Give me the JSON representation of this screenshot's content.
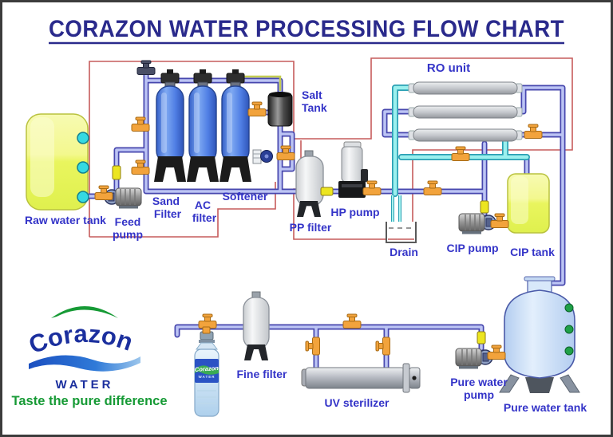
{
  "title": "CORAZON WATER PROCESSING FLOW CHART",
  "labels": {
    "raw_water_tank": "Raw water tank",
    "feed_pump_1": "Feed",
    "feed_pump_2": "pump",
    "sand_filter_1": "Sand",
    "sand_filter_2": "Filter",
    "ac_filter_1": "AC",
    "ac_filter_2": "filter",
    "softener": "Softener",
    "salt_tank_1": "Salt",
    "salt_tank_2": "Tank",
    "pp_filter": "PP filter",
    "hp_pump": "HP pump",
    "ro_unit": "RO unit",
    "drain": "Drain",
    "cip_pump": "CIP pump",
    "cip_tank": "CIP tank",
    "fine_filter": "Fine filter",
    "uv_sterilizer": "UV sterilizer",
    "pure_water_pump_1": "Pure water",
    "pure_water_pump_2": "pump",
    "pure_water_tank": "Pure water tank"
  },
  "logo": {
    "name": "Corazon",
    "water": "WATER",
    "tagline": "Taste the pure difference"
  },
  "bottle": {
    "brand": "Corazon",
    "sub": "WATER"
  },
  "colors": {
    "title_navy": "#2a2a8c",
    "label_blue": "#3434c8",
    "section_line_red": "#c65b5b",
    "pipe_purple": "#4747ae",
    "pipe_purple_fill": "#bcc4f4",
    "pipe_cyan": "#2aa0b4",
    "pipe_cyan_fill": "#9bf0ee",
    "valve_orange": "#f2a33c",
    "meter_yellow": "#ece520",
    "tank_yellow": "#eef567",
    "vessel_blue": "#4a7ae0",
    "pure_tank_blue": "#cfe2f8",
    "logo_green": "#169a35",
    "logo_blue": "#1b2f9e"
  }
}
